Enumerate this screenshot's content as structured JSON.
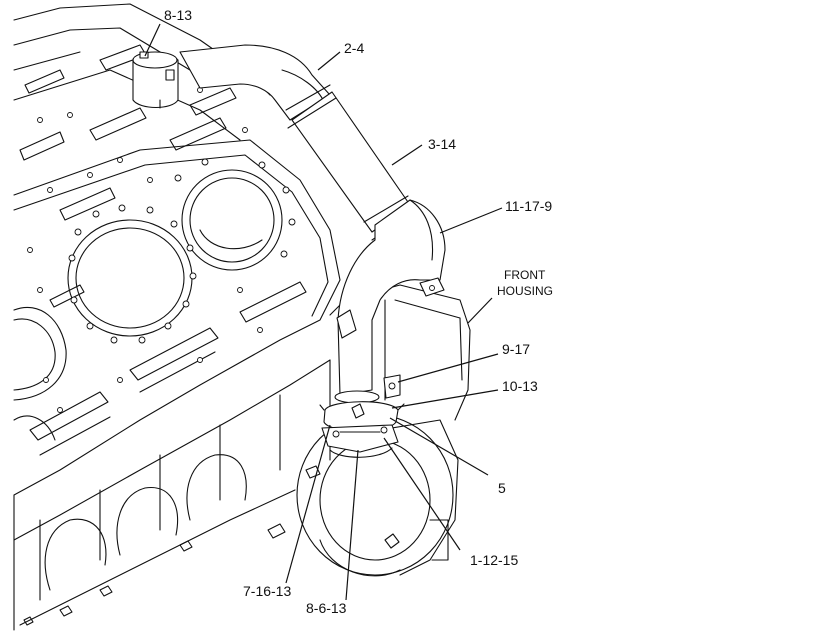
{
  "diagram": {
    "callouts": [
      {
        "id": "c1",
        "text": "8-13"
      },
      {
        "id": "c2",
        "text": "2-4"
      },
      {
        "id": "c3",
        "text": "3-14"
      },
      {
        "id": "c4",
        "text": "11-17-9"
      },
      {
        "id": "c5",
        "line1": "FRONT",
        "line2": "HOUSING"
      },
      {
        "id": "c6",
        "text": "9-17"
      },
      {
        "id": "c7",
        "text": "10-13"
      },
      {
        "id": "c8",
        "text": "5"
      },
      {
        "id": "c9",
        "text": "1-12-15"
      },
      {
        "id": "c10",
        "text": "7-16-13"
      },
      {
        "id": "c11",
        "text": "8-6-13"
      }
    ]
  }
}
